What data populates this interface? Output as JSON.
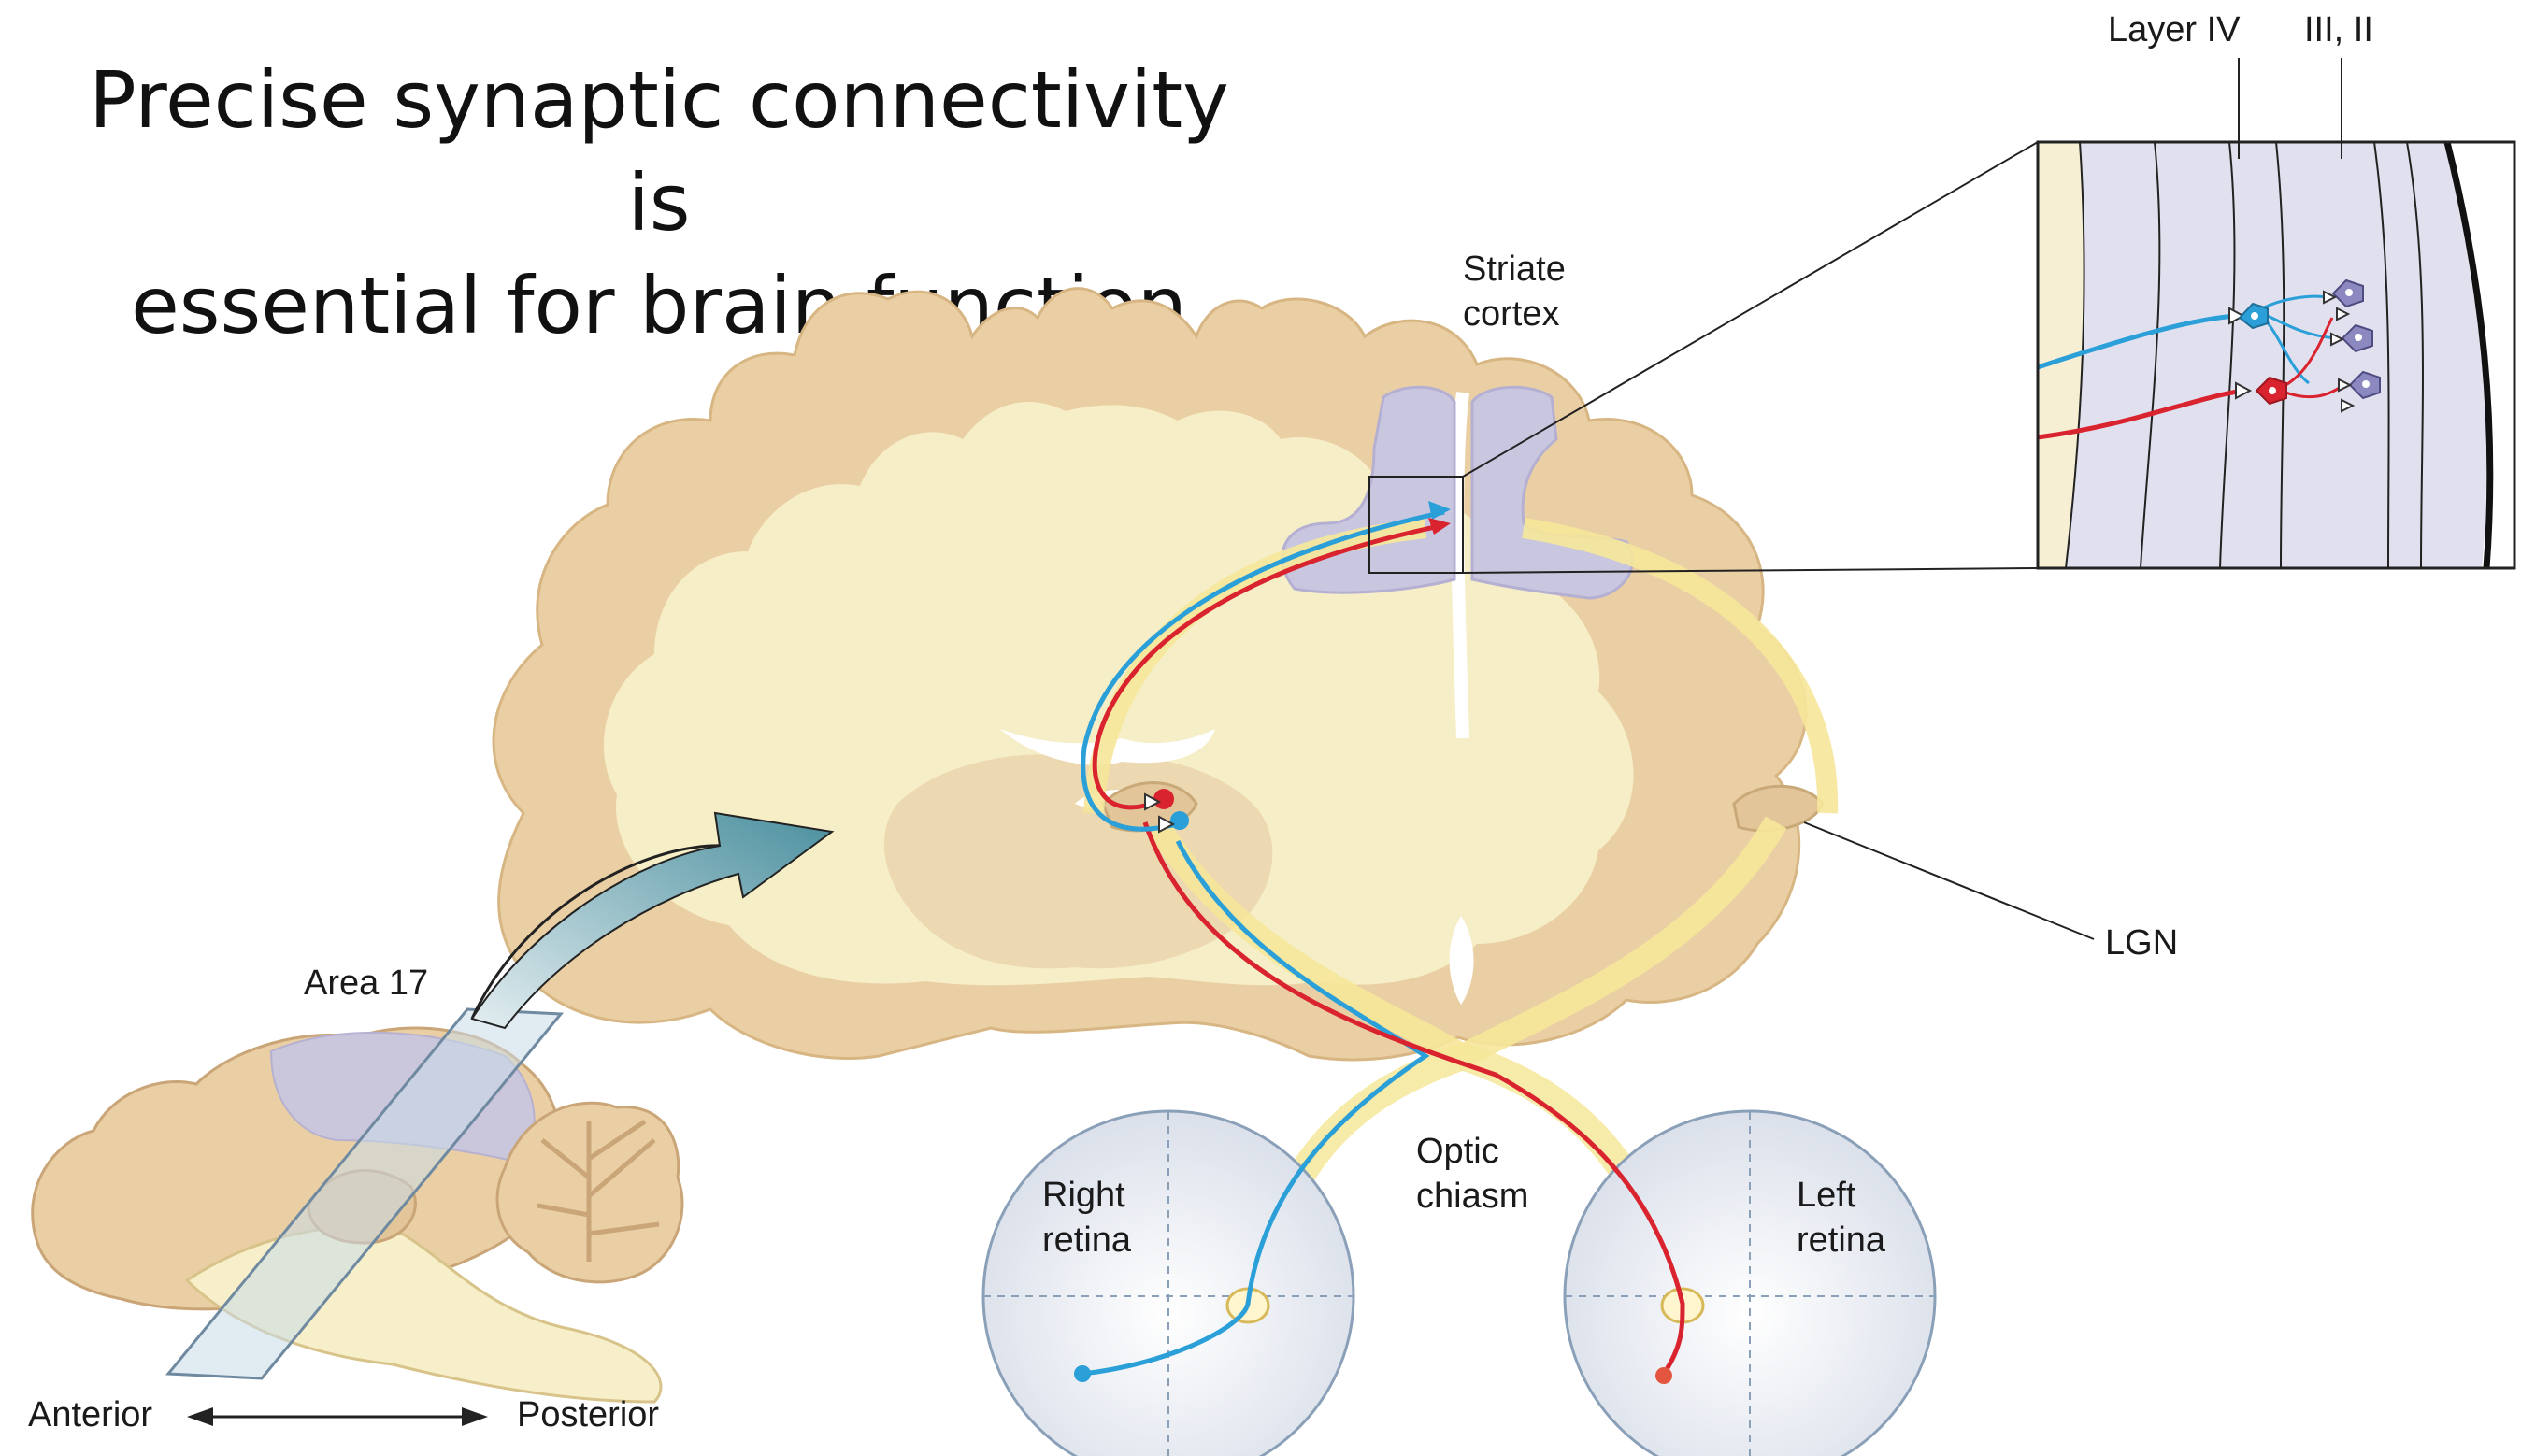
{
  "title": {
    "line1": "Precise synaptic connectivity is",
    "line2": "essential for brain function"
  },
  "labels": {
    "layer_iv": "Layer IV",
    "layer_iii_ii": "III, II",
    "striate_cortex_1": "Striate",
    "striate_cortex_2": "cortex",
    "lgn": "LGN",
    "area17": "Area 17",
    "optic_chiasm_1": "Optic",
    "optic_chiasm_2": "chiasm",
    "right_retina_1": "Right",
    "right_retina_2": "retina",
    "left_retina_1": "Left",
    "left_retina_2": "retina",
    "anterior": "Anterior",
    "posterior": "Posterior"
  },
  "colors": {
    "pathway_blue": "#2a9fd8",
    "pathway_red": "#d9232e",
    "cortex_tan": "#ebcfa4",
    "white_matter": "#f7efc9",
    "striate_lavender": "#c9c6e0",
    "optic_tract_yellow": "#f6e79a",
    "arrow_teal": "#4a8f9e"
  }
}
